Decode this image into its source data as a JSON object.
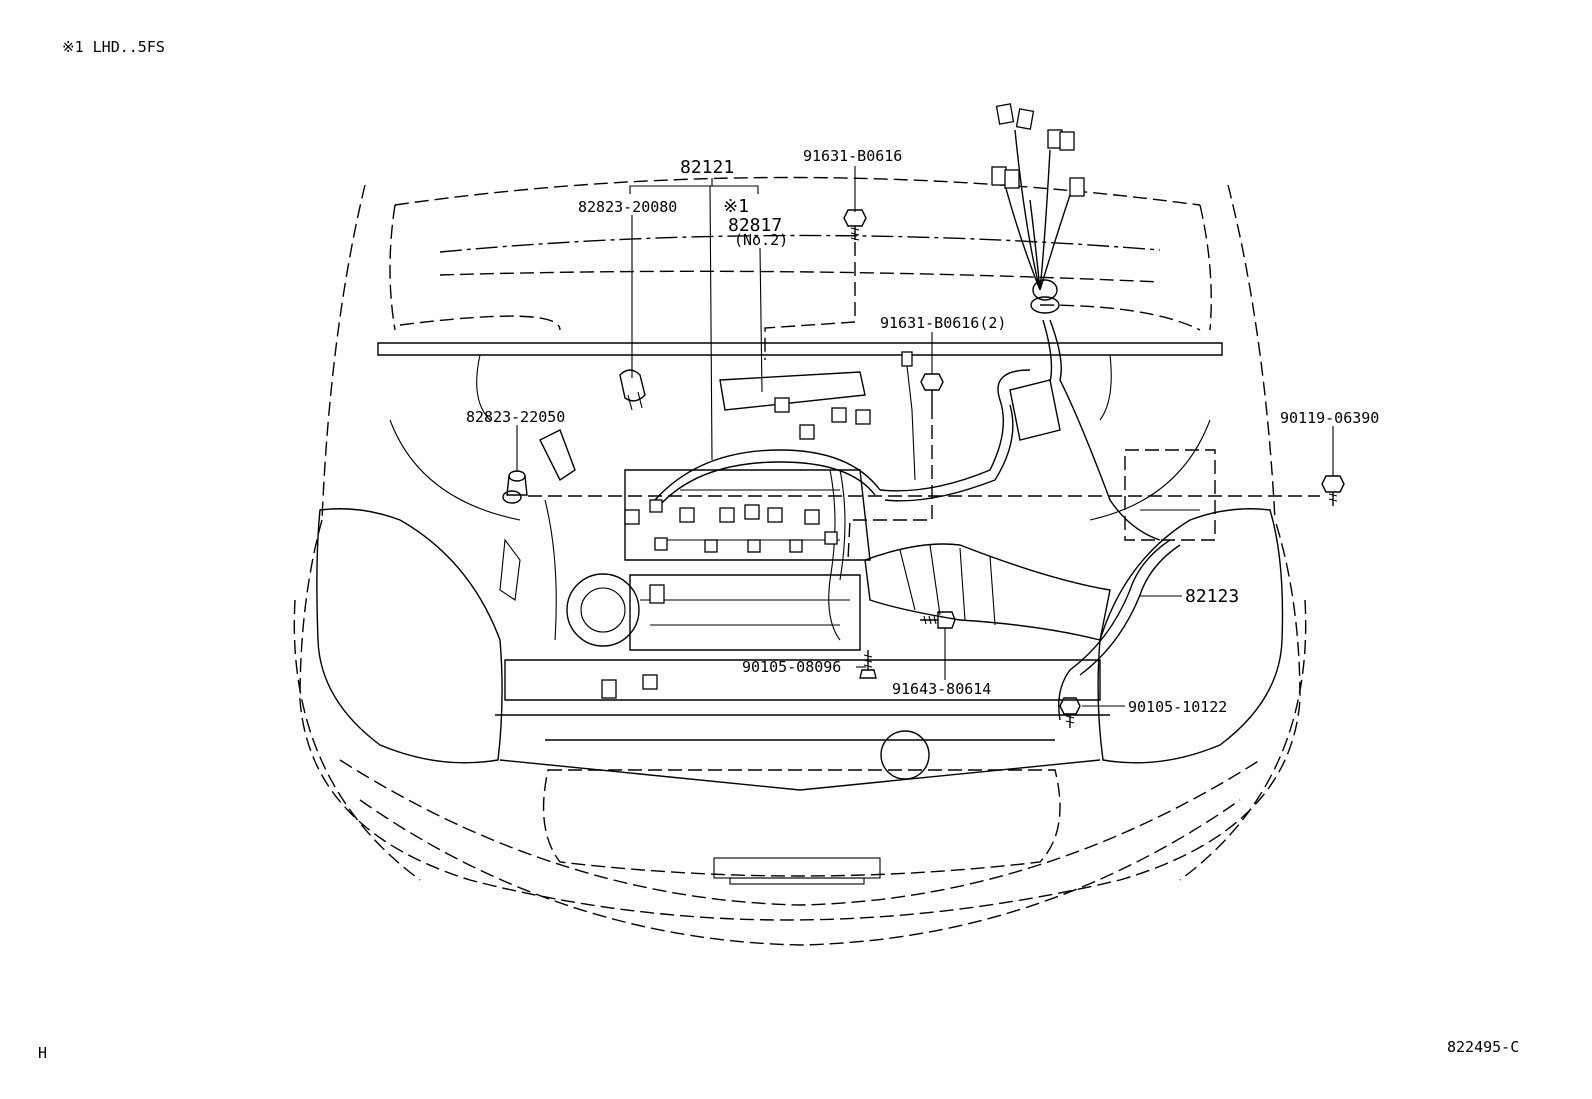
{
  "header": {
    "note": "※1  LHD..5FS"
  },
  "footer": {
    "left": "H",
    "right": "822495-C"
  },
  "callouts": {
    "p82121": "82121",
    "p82823_20080": "82823-20080",
    "mark1": "※1",
    "p82817": "82817",
    "p82817_sub": "(No.2)",
    "p91631_B0616": "91631-B0616",
    "p91631_B0616_2": "91631-B0616(2)",
    "p82823_22050": "82823-22050",
    "p90119_06390": "90119-06390",
    "p82123": "82123",
    "p90105_08096": "90105-08096",
    "p91643_80614": "91643-80614",
    "p90105_10122": "90105-10122"
  }
}
